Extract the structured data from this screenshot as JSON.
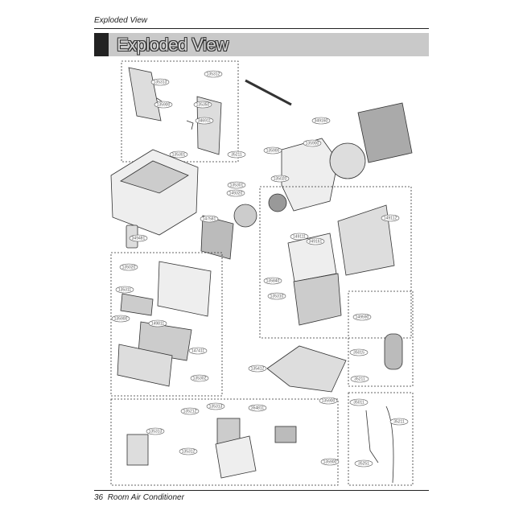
{
  "header": {
    "running_title": "Exploded View",
    "section_title": "Exploded View"
  },
  "footer": {
    "page_number": "36",
    "manual_title": "Room Air Conditioner"
  },
  "diagram": {
    "part_labels": [
      "135313",
      "135312",
      "135900",
      "135350",
      "346911",
      "135301",
      "147581",
      "349481",
      "135020",
      "135311",
      "135900",
      "149811",
      "147411",
      "135302",
      "35211",
      "135900",
      "149320",
      "135301",
      "135020",
      "135900",
      "149111",
      "349161",
      "349160",
      "149112",
      "135840",
      "135310",
      "149590",
      "35015",
      "35211",
      "35011",
      "35211",
      "35251",
      "135412",
      "135900",
      "135313",
      "135212",
      "135312",
      "354811",
      "135900",
      "135313"
    ]
  }
}
